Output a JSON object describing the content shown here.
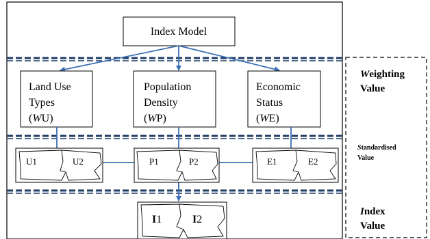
{
  "index_model": {
    "label": "Index Model"
  },
  "level1": {
    "boxes": [
      {
        "id": "land-use",
        "lines": [
          "Land Use",
          "Types"
        ],
        "code_open": "(",
        "code_italic": "W",
        "code_rest": "U)"
      },
      {
        "id": "population",
        "lines": [
          "Population",
          "Density"
        ],
        "code_open": "(",
        "code_italic": "W",
        "code_rest": "P)"
      },
      {
        "id": "economic",
        "lines": [
          "Economic",
          "Status"
        ],
        "code_open": "(",
        "code_italic": "W",
        "code_rest": "E)"
      }
    ]
  },
  "level2": {
    "maps": [
      {
        "id": "u",
        "left": "U1",
        "right": "U2"
      },
      {
        "id": "p",
        "left": "P1",
        "right": "P2"
      },
      {
        "id": "e",
        "left": "E1",
        "right": "E2"
      }
    ]
  },
  "level3": {
    "map": {
      "left_bold": "I",
      "left_rest": "1",
      "right_bold": "I",
      "right_rest": "2"
    }
  },
  "side_labels": {
    "weighting": {
      "line1_italic": "W",
      "line1_rest": "eighting",
      "line2": "Value"
    },
    "standardised": {
      "line1_italic": "S",
      "line1_rest": "tandardised",
      "line2": "Value"
    },
    "index": {
      "line1_italic": "I",
      "line1_rest": "ndex",
      "line2": "Value"
    }
  },
  "colors": {
    "arrow": "#3a6fb5",
    "band": "#1f3b63",
    "ink": "#000000"
  }
}
